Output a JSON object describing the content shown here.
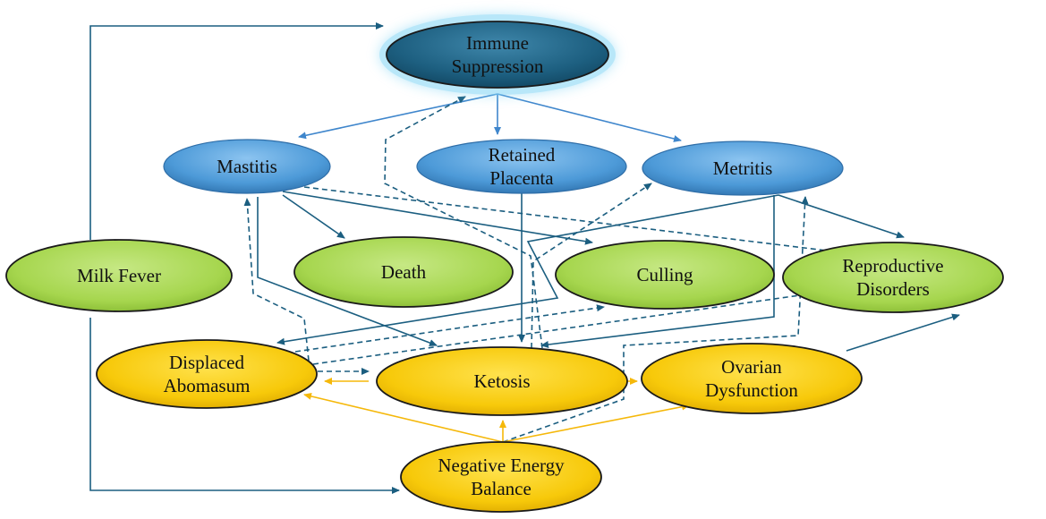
{
  "title": "Periparturient disease interrelationships in dairy cows",
  "colors": {
    "dark_blue": "#1d5f80",
    "light_blue": "#4d9ad8",
    "green": "#a6d64e",
    "yellow": "#f7c90a",
    "edge_blue": "#1b5e80",
    "edge_light_blue": "#3f86cc",
    "edge_yellow": "#f5b80a"
  },
  "nodes": [
    {
      "id": "immune",
      "lines": [
        "Immune",
        "Suppression"
      ],
      "group": "dark_blue"
    },
    {
      "id": "mastitis",
      "lines": [
        "Mastitis"
      ],
      "group": "light_blue"
    },
    {
      "id": "retained",
      "lines": [
        "Retained",
        "Placenta"
      ],
      "group": "light_blue"
    },
    {
      "id": "metritis",
      "lines": [
        "Metritis"
      ],
      "group": "light_blue"
    },
    {
      "id": "milkfever",
      "lines": [
        "Milk Fever"
      ],
      "group": "green"
    },
    {
      "id": "death",
      "lines": [
        "Death"
      ],
      "group": "green"
    },
    {
      "id": "culling",
      "lines": [
        "Culling"
      ],
      "group": "green"
    },
    {
      "id": "repro",
      "lines": [
        "Reproductive",
        "Disorders"
      ],
      "group": "green"
    },
    {
      "id": "da",
      "lines": [
        "Displaced",
        "Abomasum"
      ],
      "group": "yellow"
    },
    {
      "id": "ketosis",
      "lines": [
        "Ketosis"
      ],
      "group": "yellow"
    },
    {
      "id": "ovarian",
      "lines": [
        "Ovarian",
        "Dysfunction"
      ],
      "group": "yellow"
    },
    {
      "id": "neb",
      "lines": [
        "Negative Energy",
        "Balance"
      ],
      "group": "yellow"
    }
  ],
  "edges": [
    {
      "from": "milkfever",
      "to": "immune",
      "style": "solid",
      "color": "edge_blue"
    },
    {
      "from": "milkfever",
      "to": "neb",
      "style": "solid",
      "color": "edge_blue"
    },
    {
      "from": "immune",
      "to": "mastitis",
      "style": "solid",
      "color": "edge_light_blue"
    },
    {
      "from": "immune",
      "to": "retained",
      "style": "solid",
      "color": "edge_light_blue"
    },
    {
      "from": "immune",
      "to": "metritis",
      "style": "solid",
      "color": "edge_light_blue"
    },
    {
      "from": "mastitis",
      "to": "death",
      "style": "solid",
      "color": "edge_blue"
    },
    {
      "from": "mastitis",
      "to": "culling",
      "style": "solid",
      "color": "edge_blue"
    },
    {
      "from": "mastitis",
      "to": "repro",
      "style": "dashed",
      "color": "edge_blue"
    },
    {
      "from": "mastitis",
      "to": "ketosis",
      "style": "solid",
      "color": "edge_blue"
    },
    {
      "from": "retained",
      "to": "ketosis",
      "style": "solid",
      "color": "edge_blue"
    },
    {
      "from": "metritis",
      "to": "repro",
      "style": "solid",
      "color": "edge_blue"
    },
    {
      "from": "metritis",
      "to": "da",
      "style": "solid",
      "color": "edge_blue"
    },
    {
      "from": "metritis",
      "to": "ketosis",
      "style": "solid",
      "color": "edge_blue"
    },
    {
      "from": "ketosis",
      "to": "immune",
      "style": "dashed",
      "color": "edge_blue"
    },
    {
      "from": "ketosis",
      "to": "metritis",
      "style": "dashed",
      "color": "edge_blue"
    },
    {
      "from": "da",
      "to": "mastitis",
      "style": "dashed",
      "color": "edge_blue"
    },
    {
      "from": "da",
      "to": "culling",
      "style": "dashed",
      "color": "edge_blue"
    },
    {
      "from": "da",
      "to": "repro",
      "style": "dashed",
      "color": "edge_blue"
    },
    {
      "from": "da",
      "to": "ketosis",
      "style": "dashed",
      "color": "edge_blue"
    },
    {
      "from": "neb",
      "to": "metritis",
      "style": "dashed",
      "color": "edge_blue"
    },
    {
      "from": "ovarian",
      "to": "repro",
      "style": "solid",
      "color": "edge_blue"
    },
    {
      "from": "ketosis",
      "to": "da",
      "style": "solid",
      "color": "edge_yellow"
    },
    {
      "from": "ketosis",
      "to": "ovarian",
      "style": "solid",
      "color": "edge_yellow"
    },
    {
      "from": "neb",
      "to": "da",
      "style": "solid",
      "color": "edge_yellow"
    },
    {
      "from": "neb",
      "to": "ketosis",
      "style": "solid",
      "color": "edge_yellow"
    },
    {
      "from": "neb",
      "to": "ovarian",
      "style": "solid",
      "color": "edge_yellow"
    }
  ]
}
